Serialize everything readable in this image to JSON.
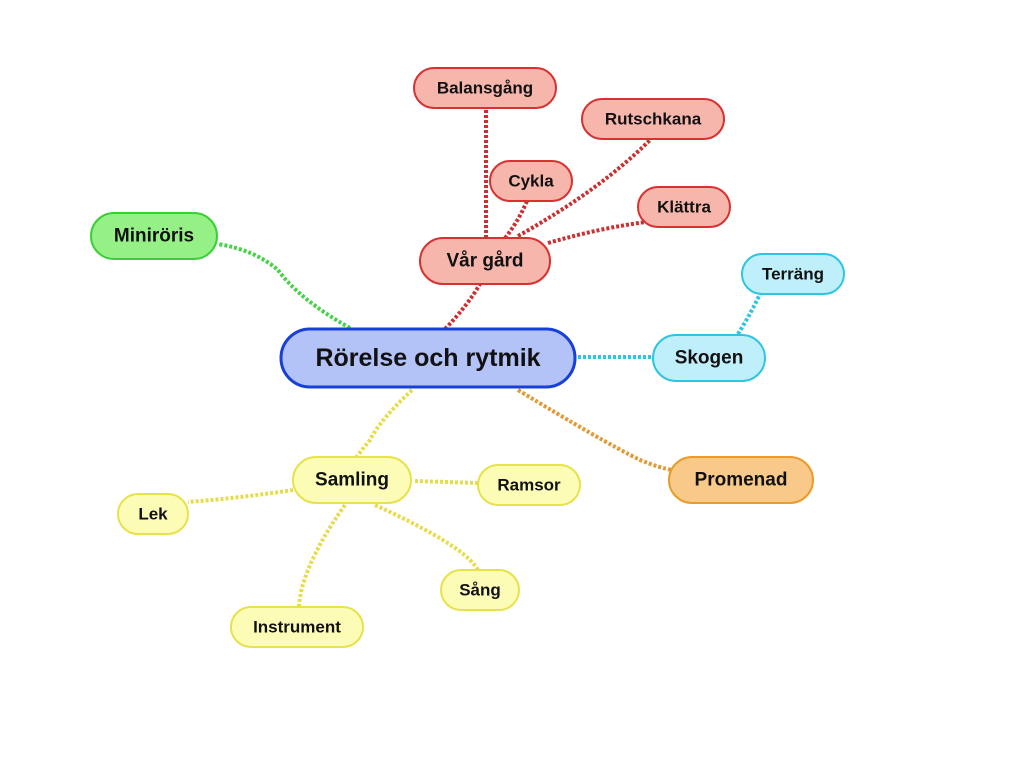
{
  "diagram": {
    "root": {
      "id": "root",
      "label": "Rörelse och rytmik",
      "fill": "#b3c2f7",
      "stroke": "#1740d6"
    },
    "branches": [
      {
        "id": "var-gard",
        "label": "Vår gård",
        "fill": "#f7b6ac",
        "stroke": "#d93030",
        "line": "#cc2f2f",
        "children": [
          {
            "id": "balansgang",
            "label": "Balansgång"
          },
          {
            "id": "rutschkana",
            "label": "Rutschkana"
          },
          {
            "id": "cykla",
            "label": "Cykla"
          },
          {
            "id": "klattra",
            "label": "Klättra"
          }
        ]
      },
      {
        "id": "miniroris",
        "label": "Miniröris",
        "fill": "#95f085",
        "stroke": "#38cf38",
        "line": "#45d345",
        "children": []
      },
      {
        "id": "skogen",
        "label": "Skogen",
        "fill": "#bfeffa",
        "stroke": "#2ec5e0",
        "line": "#2ec5e0",
        "children": [
          {
            "id": "terrang",
            "label": "Terräng"
          }
        ]
      },
      {
        "id": "promenad",
        "label": "Promenad",
        "fill": "#f9c98a",
        "stroke": "#ea9b2a",
        "line": "#e39a35",
        "children": []
      },
      {
        "id": "samling",
        "label": "Samling",
        "fill": "#fdfcb7",
        "stroke": "#e6e24a",
        "line": "#e7dc4c",
        "children": [
          {
            "id": "lek",
            "label": "Lek"
          },
          {
            "id": "ramsor",
            "label": "Ramsor"
          },
          {
            "id": "sang",
            "label": "Sång"
          },
          {
            "id": "instrument",
            "label": "Instrument"
          }
        ]
      }
    ]
  }
}
